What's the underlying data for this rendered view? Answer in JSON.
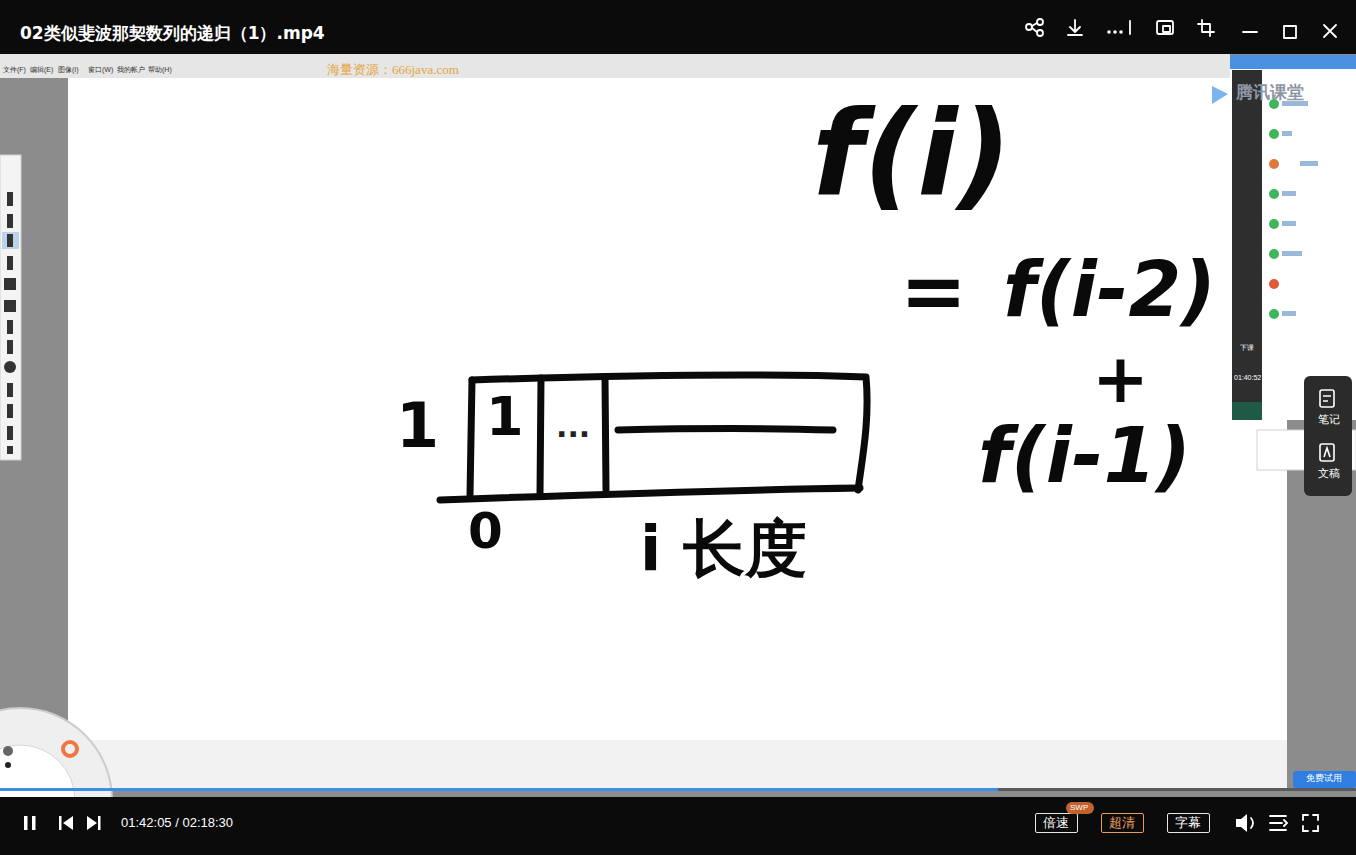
{
  "diagram": {
    "title": "02类似斐波那契数列的递归（1）.mp4",
    "nodes": [
      {
        "text": [
          "倍速"
        ]
      },
      {
        "text": [
          "SWP"
        ]
      },
      {
        "text": [
          "超清"
        ]
      },
      {
        "text": [
          "字幕"
        ]
      }
    ],
    "labels": [
      "海量资源：666java.com",
      "f(i)",
      "=",
      "f(i-2)",
      "+",
      "f(i-1)",
      "1",
      "1",
      "...",
      "0",
      "i 长度",
      "01:42:05 / 02:18:30",
      "笔记",
      "文稿",
      "腾讯课堂",
      "01:40:52",
      "下课",
      "免费试用",
      "文件(F)",
      "编辑(E)",
      "图像(I)",
      "窗口(W)",
      "我的帐户",
      "帮助(H)"
    ]
  }
}
